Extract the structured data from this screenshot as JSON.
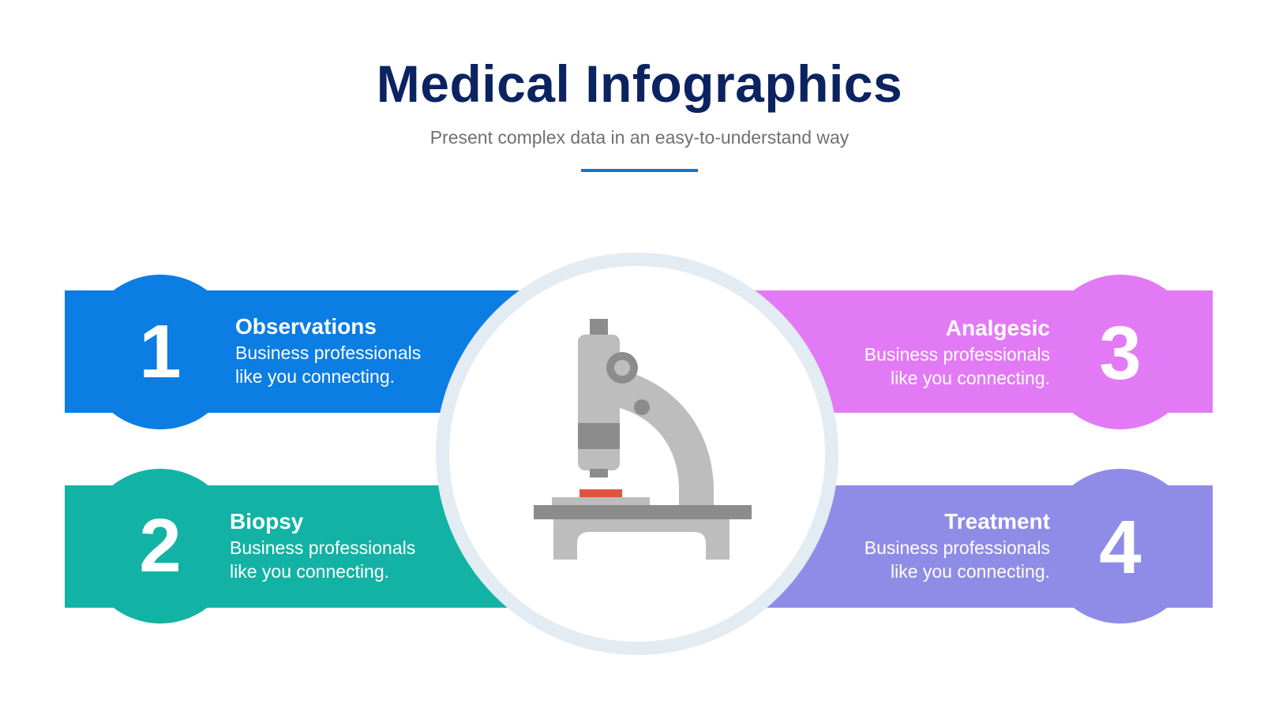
{
  "header": {
    "title": "Medical Infographics",
    "subtitle": "Present complex data in an easy-to-understand way",
    "accent_color": "#1a73c8",
    "title_color": "#0c2361"
  },
  "center": {
    "icon": "microscope-icon",
    "ring_color": "#e3ecf2"
  },
  "items": [
    {
      "number": "1",
      "title": "Observations",
      "desc_line1": "Business professionals",
      "desc_line2": "like you connecting.",
      "color": "#0b7de3"
    },
    {
      "number": "2",
      "title": "Biopsy",
      "desc_line1": "Business professionals",
      "desc_line2": "like you connecting.",
      "color": "#12b3a4"
    },
    {
      "number": "3",
      "title": "Analgesic",
      "desc_line1": "Business professionals",
      "desc_line2": "like you connecting.",
      "color": "#e37af5"
    },
    {
      "number": "4",
      "title": "Treatment",
      "desc_line1": "Business professionals",
      "desc_line2": "like you connecting.",
      "color": "#8f8ce8"
    }
  ]
}
